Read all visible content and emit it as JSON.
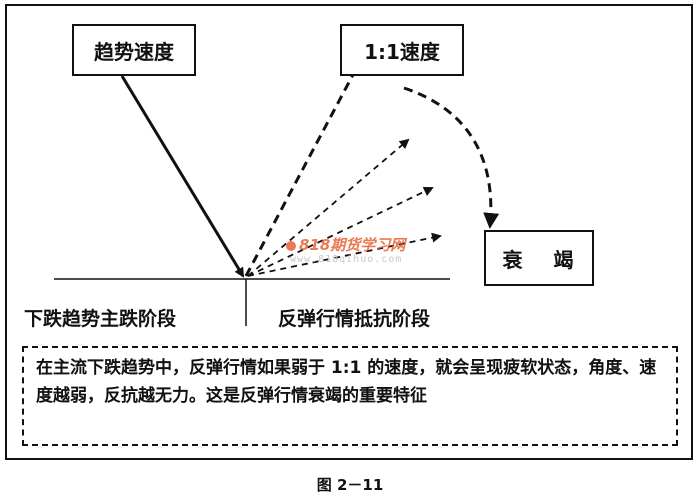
{
  "boxes": {
    "trend_speed": "趋势速度",
    "one_to_one_speed": "1:1速度",
    "decline": "衰 竭"
  },
  "stages": {
    "left": "下跌趋势主跌阶段",
    "right": "反弹行情抵抗阶段"
  },
  "note": "在主流下跌趋势中，反弹行情如果弱于 1:1 的速度，就会呈现疲软状态，角度、速度越弱，反抗越无力。这是反弹行情衰竭的重要特征",
  "watermark": {
    "main": "818期货学习网",
    "sub": "www.818qihuo.com"
  },
  "caption": "图 2－11"
}
